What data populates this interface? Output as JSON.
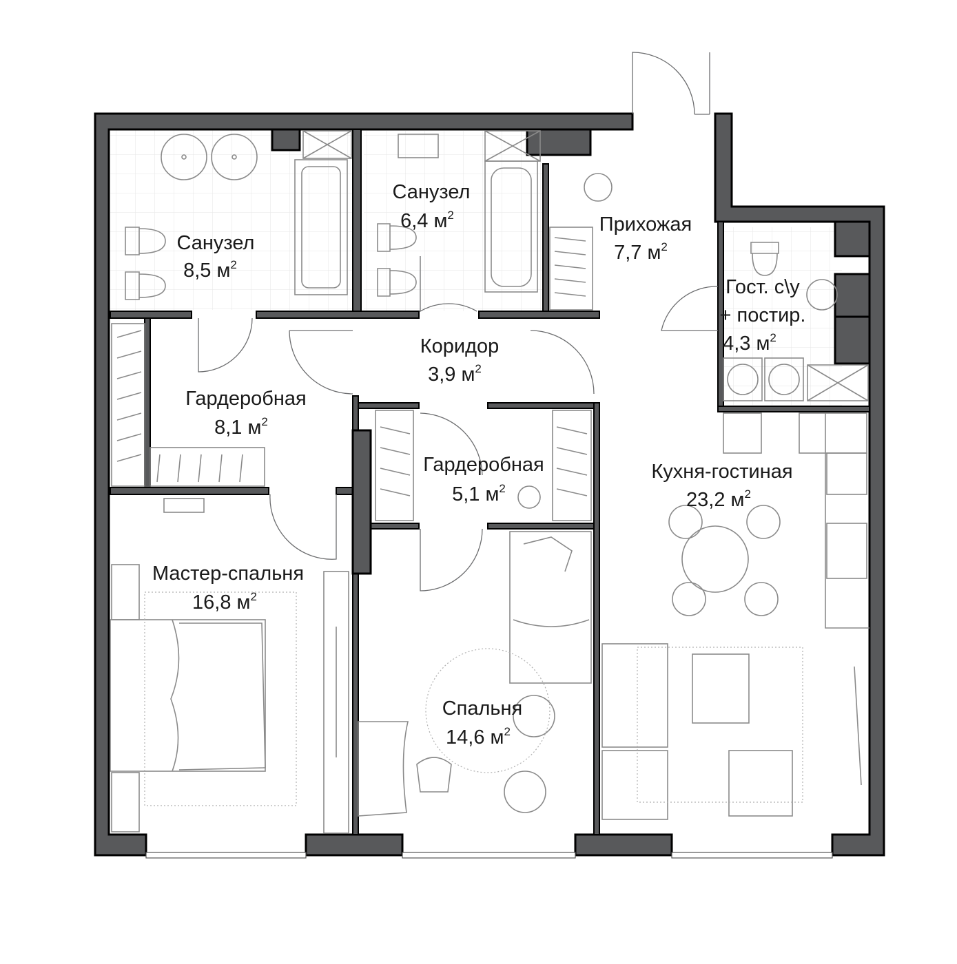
{
  "rooms": [
    {
      "id": "bath-1",
      "name": "Санузел",
      "area": "8,5",
      "unit": "м"
    },
    {
      "id": "bath-2",
      "name": "Санузел",
      "area": "6,4",
      "unit": "м"
    },
    {
      "id": "hall",
      "name": "Прихожая",
      "area": "7,7",
      "unit": "м"
    },
    {
      "id": "guest-wc",
      "name": "Гост. с\\у",
      "name2": "+ постир.",
      "area": "4,3",
      "unit": "м"
    },
    {
      "id": "corridor",
      "name": "Коридор",
      "area": "3,9",
      "unit": "м"
    },
    {
      "id": "wardrobe-1",
      "name": "Гардеробная",
      "area": "8,1",
      "unit": "м"
    },
    {
      "id": "wardrobe-2",
      "name": "Гардеробная",
      "area": "5,1",
      "unit": "м"
    },
    {
      "id": "kitchen",
      "name": "Кухня-гостиная",
      "area": "23,2",
      "unit": "м"
    },
    {
      "id": "master",
      "name": "Мастер-спальня",
      "area": "16,8",
      "unit": "м"
    },
    {
      "id": "bedroom",
      "name": "Спальня",
      "area": "14,6",
      "unit": "м"
    }
  ],
  "sup": "2",
  "colors": {
    "wall": "#58595b",
    "outline": "#000000",
    "fixture": "#8a8a8a"
  }
}
